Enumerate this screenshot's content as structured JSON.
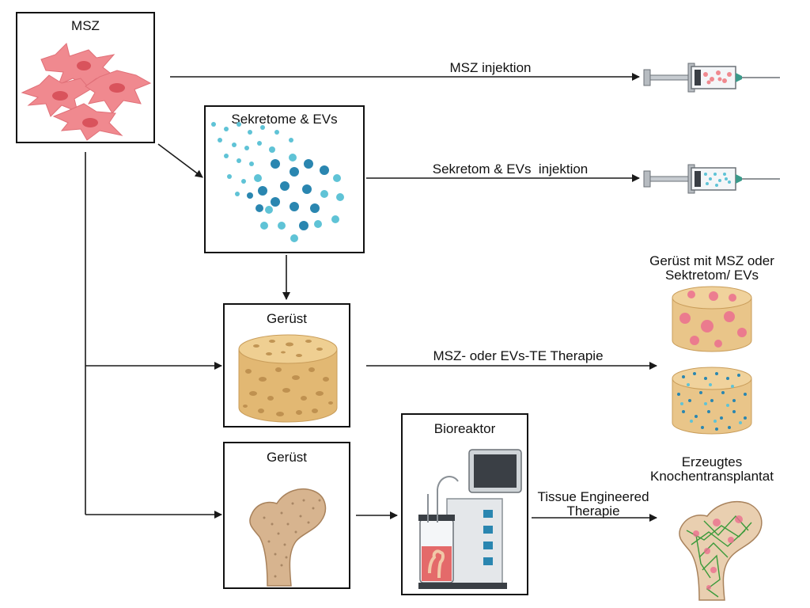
{
  "panels": {
    "msz": "MSZ",
    "secretome": "Sekretome & EVs",
    "scaffold1": "Gerüst",
    "scaffold2": "Gerüst",
    "bioreactor": "Bioreaktor"
  },
  "arrows": {
    "msz_injection": "MSZ injektion",
    "secretome_injection": "Sekretom & EVs  injektion",
    "te_therapy": "MSZ- oder EVs-TE Therapie",
    "tissue_line1": "Tissue Engineered",
    "tissue_line2": "Therapie"
  },
  "outcomes": {
    "scaffold_line1": "Gerüst mit MSZ oder",
    "scaffold_line2": "Sektretom/ EVs",
    "graft_line1": "Erzeugtes",
    "graft_line2": "Knochentransplantat"
  },
  "colors": {
    "cell": "#f0898f",
    "cell_nucleus": "#d9535c",
    "vesicle_dark": "#2a86b0",
    "vesicle_light": "#5fc3d6",
    "scaffold": "#e9c589",
    "bone": "#d7b48f",
    "green_mesh": "#3a9a3a",
    "line": "#1a1a1a"
  }
}
